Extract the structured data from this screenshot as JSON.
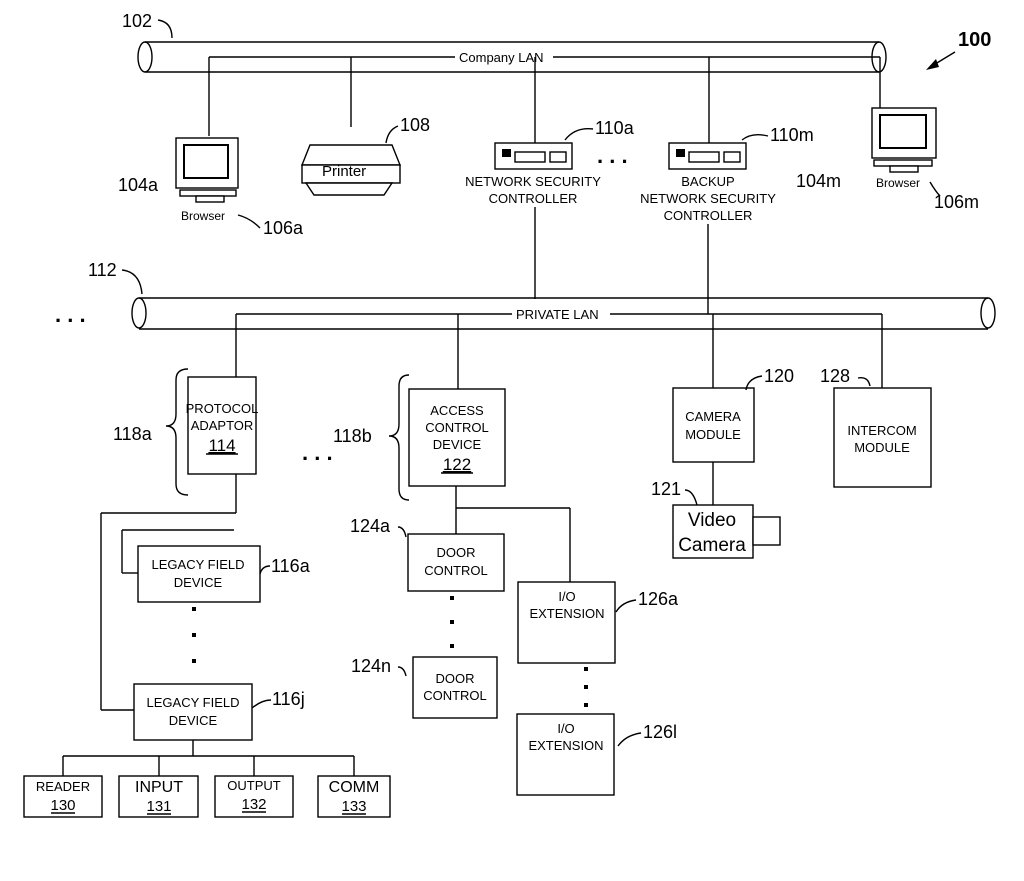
{
  "labels": {
    "fig_ref": "100",
    "company_lan": "Company LAN",
    "private_lan": "PRIVATE LAN",
    "browser_a": "Browser",
    "browser_m": "Browser",
    "printer": "Printer",
    "nsc_line1": "NETWORK SECURITY",
    "nsc_line2": "CONTROLLER",
    "backup_line1": "BACKUP",
    "backup_line2": "NETWORK SECURITY",
    "backup_line3": "CONTROLLER",
    "protocol_line1": "PROTOCOL",
    "protocol_line2": "ADAPTOR",
    "protocol_num": "114",
    "access_line1": "ACCESS",
    "access_line2": "CONTROL",
    "access_line3": "DEVICE",
    "access_num": "122",
    "camera_line1": "CAMERA",
    "camera_line2": "MODULE",
    "intercom_line1": "INTERCOM",
    "intercom_line2": "MODULE",
    "video_line1": "Video",
    "video_line2": "Camera",
    "legacy_a_line1": "LEGACY FIELD",
    "legacy_a_line2": "DEVICE",
    "legacy_j_line1": "LEGACY FIELD",
    "legacy_j_line2": "DEVICE",
    "door_a_line1": "DOOR",
    "door_a_line2": "CONTROL",
    "door_n_line1": "DOOR",
    "door_n_line2": "CONTROL",
    "io_a_line1": "I/O",
    "io_a_line2": "EXTENSION",
    "io_l_line1": "I/O",
    "io_l_line2": "EXTENSION",
    "reader": "READER",
    "reader_num": "130",
    "input": "INPUT",
    "input_num": "131",
    "output": "OUTPUT",
    "output_num": "132",
    "comm": "COMM",
    "comm_num": "133"
  },
  "refs": {
    "r102": "102",
    "r104a": "104a",
    "r106a": "106a",
    "r108": "108",
    "r110a": "110a",
    "r110m": "110m",
    "r104m": "104m",
    "r106m": "106m",
    "r112": "112",
    "r118a": "118a",
    "r118b": "118b",
    "r120": "120",
    "r121": "121",
    "r128": "128",
    "r116a": "116a",
    "r116j": "116j",
    "r124a": "124a",
    "r124n": "124n",
    "r126a": "126a",
    "r126l": "126l"
  }
}
